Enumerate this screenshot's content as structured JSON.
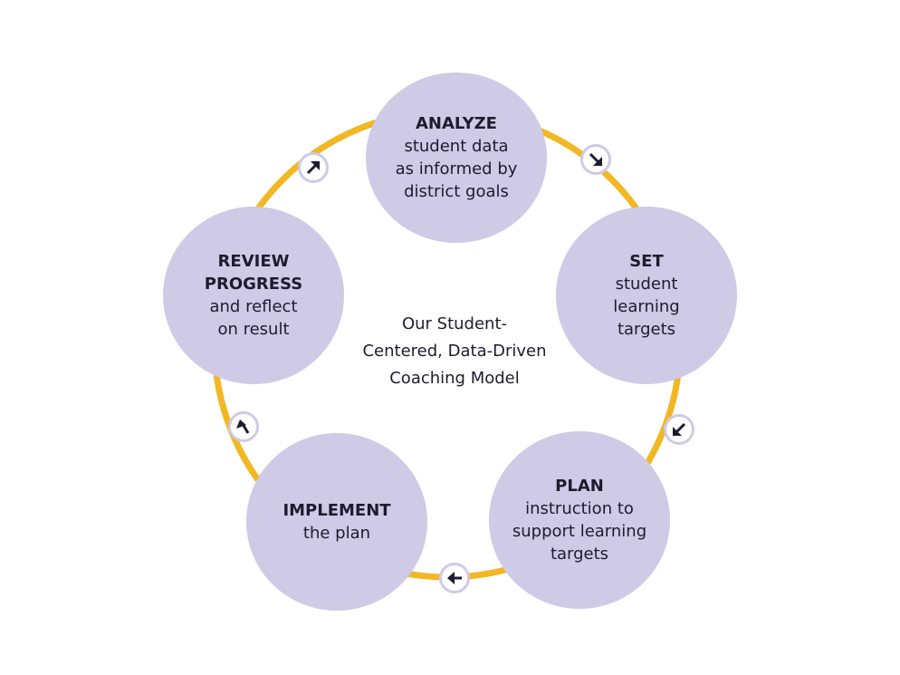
{
  "colors": {
    "ring": "#f2b722",
    "node": "#cfcae6",
    "text": "#1f1b2e",
    "arrow_border": "#cfcae6"
  },
  "center_title": "Our Student-\nCentered, Data-Driven\nCoaching Model",
  "steps": [
    {
      "title": "ANALYZE",
      "desc": "student data\nas informed by\ndistrict goals"
    },
    {
      "title": "SET",
      "desc": "student\nlearning\ntargets"
    },
    {
      "title": "PLAN",
      "desc": "instruction to\nsupport learning\ntargets"
    },
    {
      "title": "IMPLEMENT",
      "desc": "the plan"
    },
    {
      "title": "REVIEW\nPROGRESS",
      "desc": "and reflect\non result"
    }
  ],
  "arrows": [
    {
      "icon": "arrow-down-right-icon"
    },
    {
      "icon": "arrow-down-left-icon"
    },
    {
      "icon": "arrow-left-icon"
    },
    {
      "icon": "arrow-up-left-icon"
    },
    {
      "icon": "arrow-up-right-icon"
    }
  ]
}
